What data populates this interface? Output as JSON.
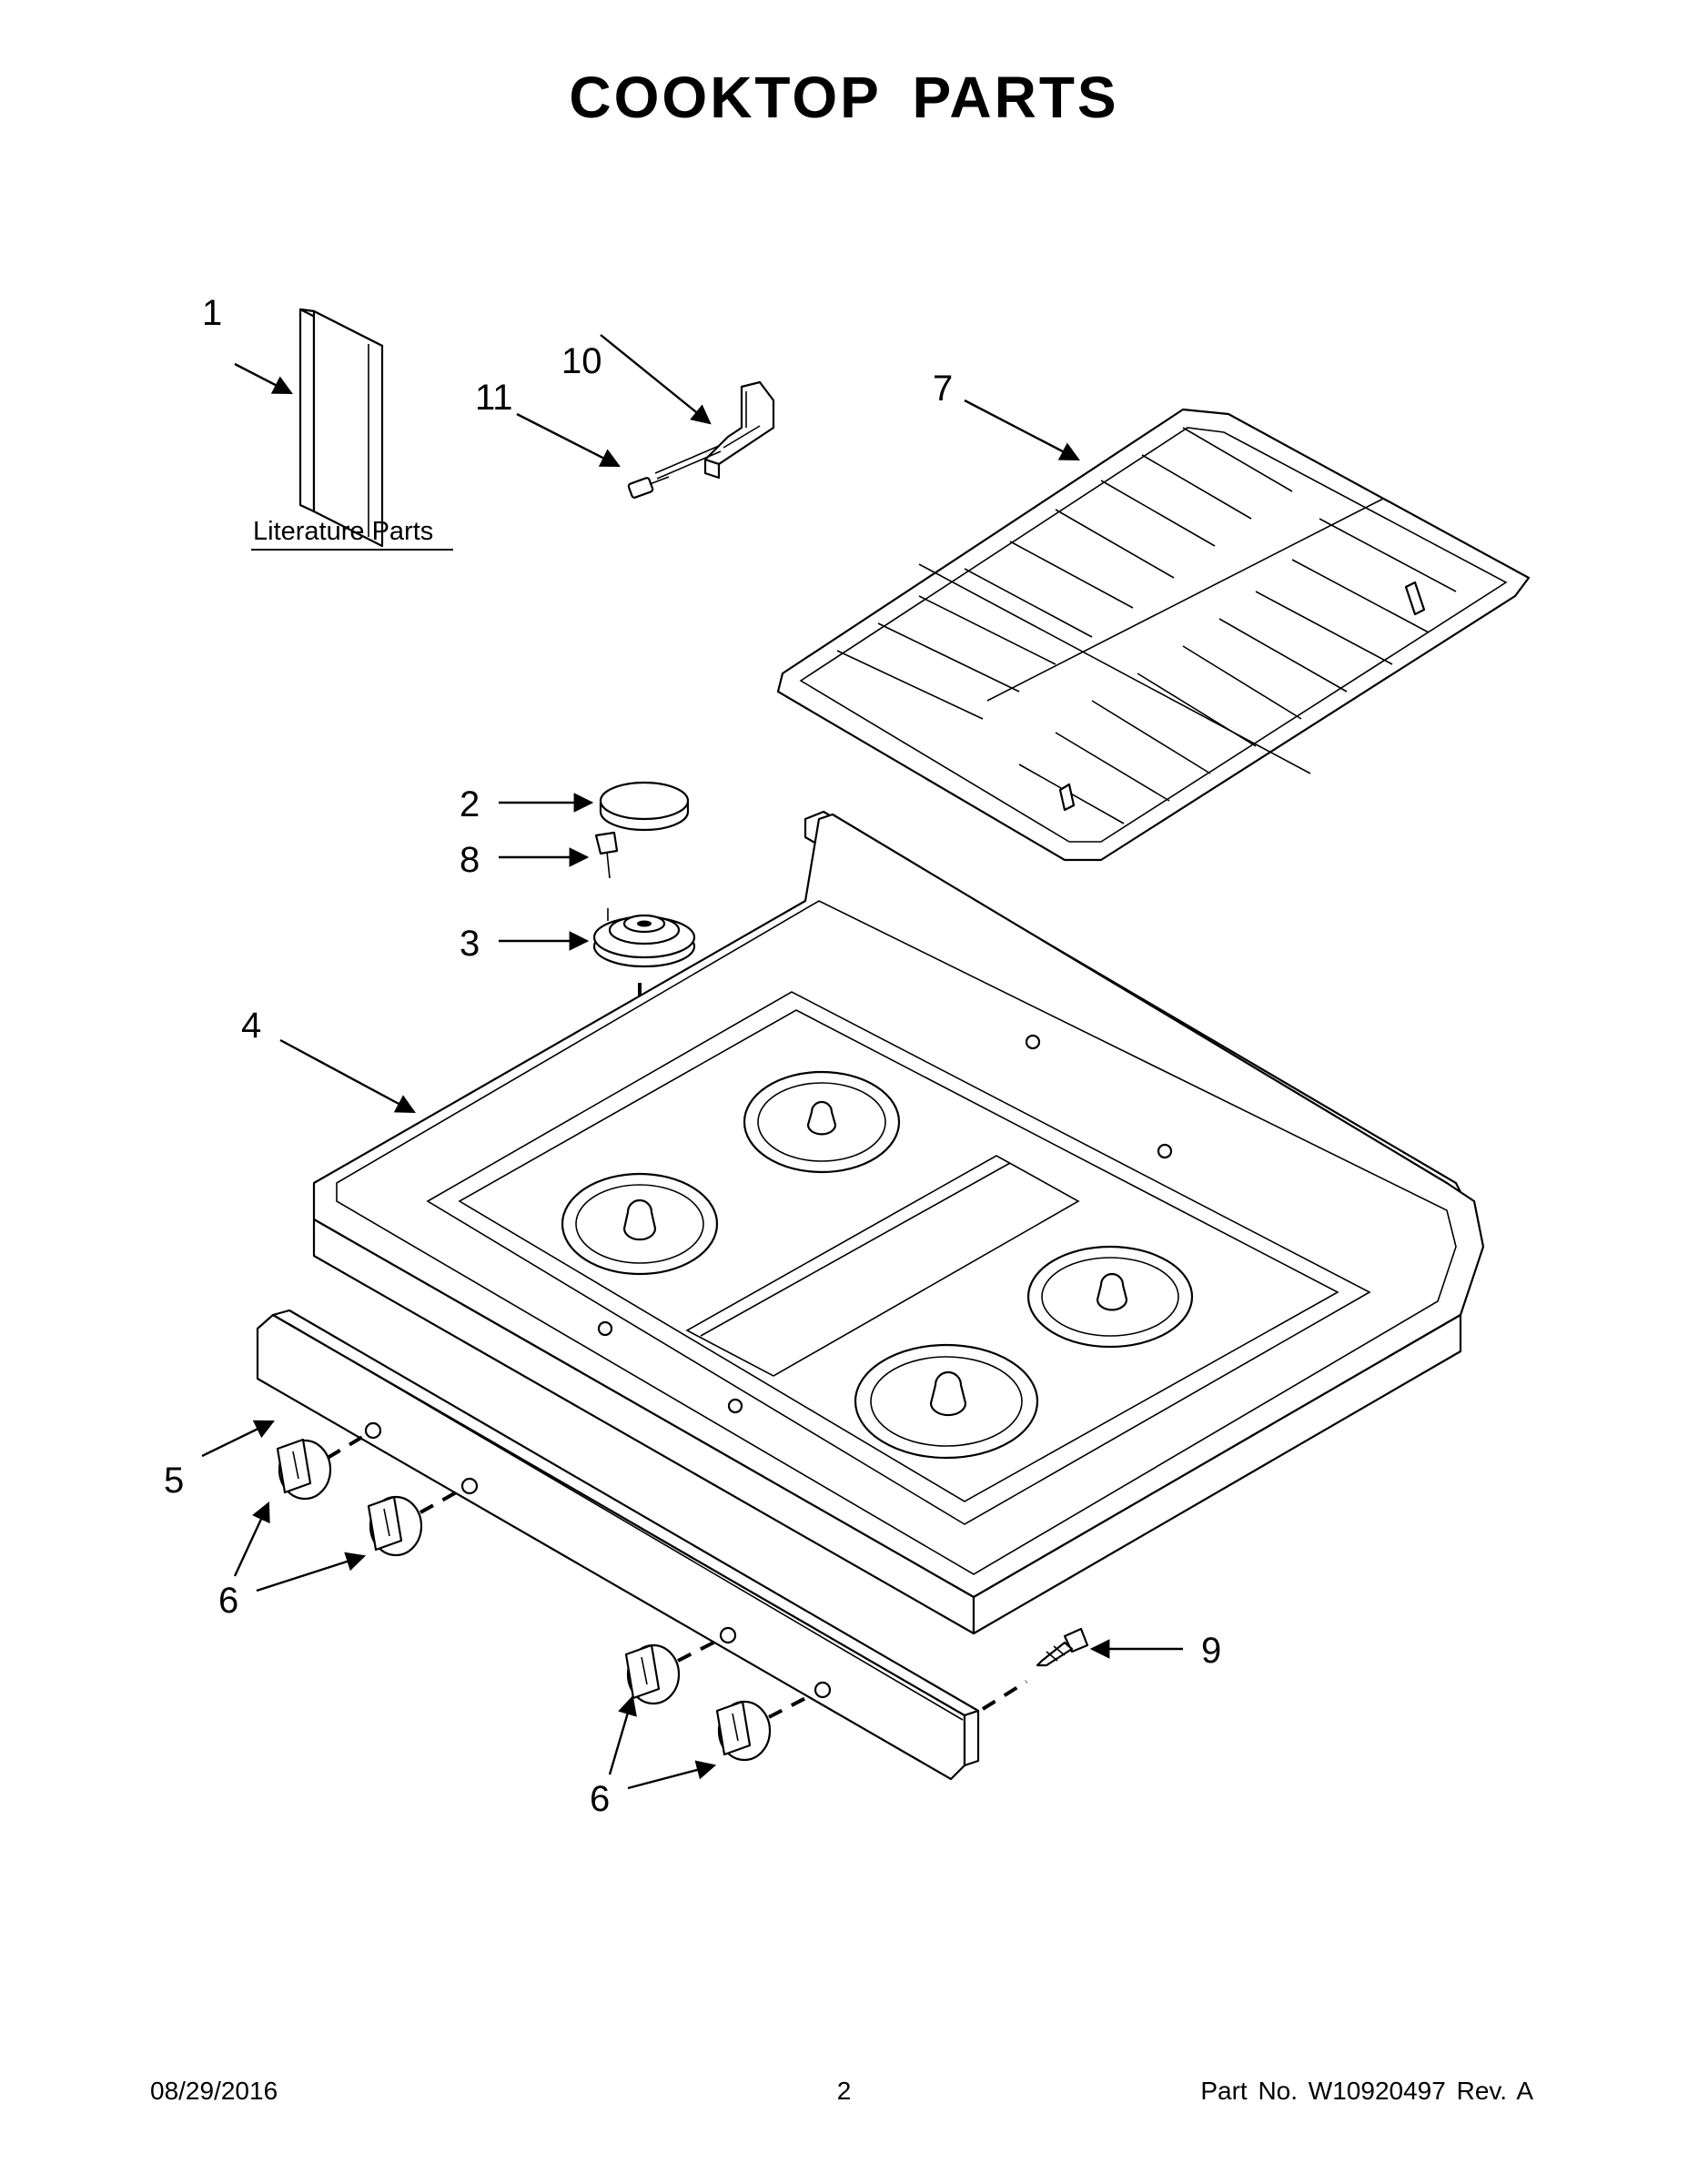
{
  "title": "COOKTOP PARTS",
  "literature_label": "Literature Parts",
  "callouts": {
    "c1": "1",
    "c2": "2",
    "c3": "3",
    "c4": "4",
    "c5": "5",
    "c6a": "6",
    "c6b": "6",
    "c7": "7",
    "c8": "8",
    "c9": "9",
    "c10": "10",
    "c11": "11"
  },
  "footer": {
    "date": "08/29/2016",
    "page": "2",
    "part_number": "Part No.  W10920497  Rev.  A"
  }
}
